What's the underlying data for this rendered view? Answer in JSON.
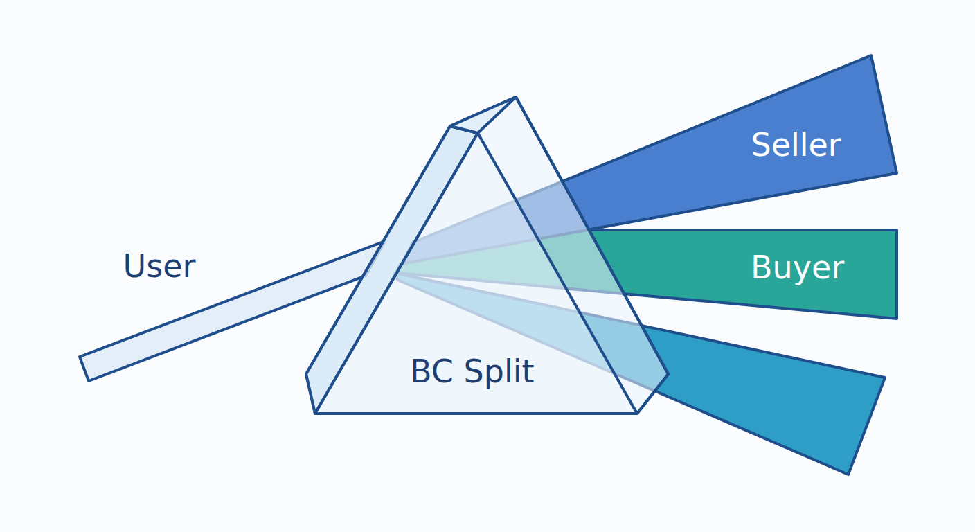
{
  "diagram": {
    "nodes": [
      {
        "text": [
          "User"
        ]
      },
      {
        "text": [
          "BC Split"
        ]
      },
      {
        "text": [
          "Seller"
        ]
      },
      {
        "text": [
          "Buyer"
        ]
      }
    ]
  }
}
